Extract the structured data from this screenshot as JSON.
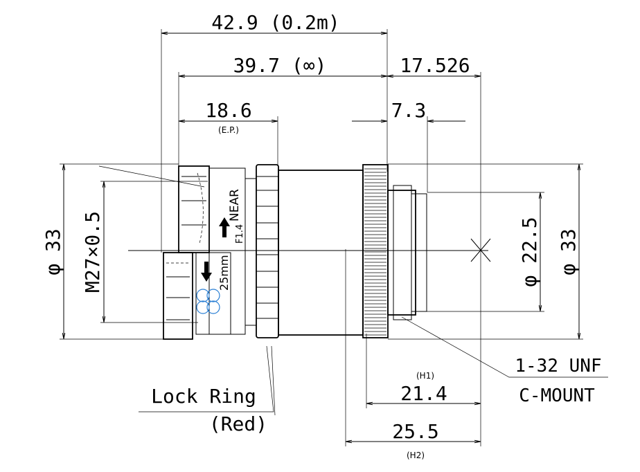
{
  "drawing": {
    "dimensions": {
      "d_42_9": "42.9 (0.2m)",
      "d_39_7": "39.7 (∞)",
      "d_17_526": "17.526",
      "d_18_6": "18.6",
      "d_18_6_note": "(E.P.)",
      "d_7_3": "7.3",
      "d_phi33_left": "φ 33",
      "d_m27": "M27×0.5",
      "d_phi22_5": "φ 22.5",
      "d_phi33_right": "φ 33",
      "d_21_4": "21.4",
      "d_21_4_note": "(H1)",
      "d_25_5": "25.5",
      "d_25_5_note": "(H2)"
    },
    "labels": {
      "mount_thread": "1-32 UNF",
      "mount_type": "C-MOUNT",
      "lock_ring": "Lock Ring",
      "lock_ring_color": "(Red)"
    },
    "lens_markings": {
      "near": "NEAR",
      "f_number": "F1.4",
      "focal": "25mm"
    },
    "colors": {
      "line": "#000000",
      "indicator": "#2a7fd4"
    }
  }
}
